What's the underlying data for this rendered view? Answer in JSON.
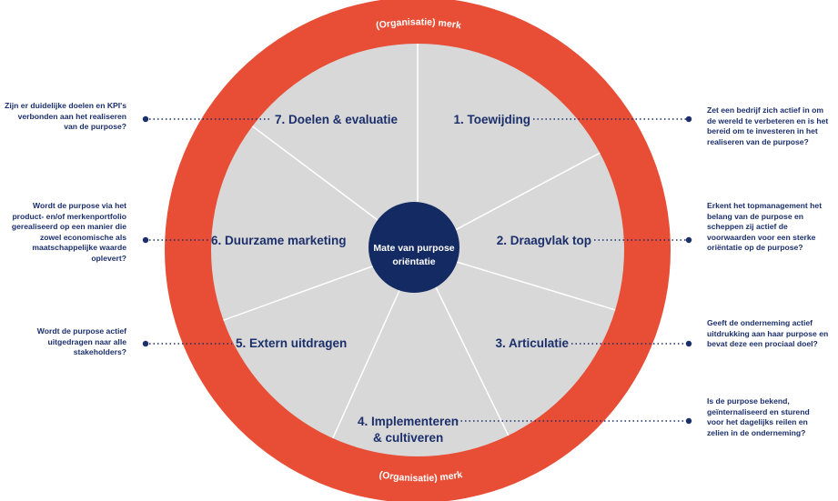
{
  "ring": {
    "top_label": "(Organisatie) merk",
    "bottom_label": "(Organisatie) merk"
  },
  "center": {
    "line1": "Mate van purpose",
    "line2": "oriëntatie"
  },
  "segments": [
    {
      "label": "1. Toewijding"
    },
    {
      "label": "2. Draagvlak top"
    },
    {
      "label": "3. Articulatie"
    },
    {
      "label_line1": "4. Implementeren",
      "label_line2": "& cultiveren"
    },
    {
      "label": "5. Extern uitdragen"
    },
    {
      "label": "6. Duurzame marketing"
    },
    {
      "label": "7. Doelen & evaluatie"
    }
  ],
  "questions": {
    "q1": "Zet een bedrijf zich actief in om\nde wereld te verbeteren en is het\nbereid om te investeren in het\nrealiseren van de purpose?",
    "q2": "Erkent het topmanagement het\nbelang van de purpose en\nscheppen zij actief de\nvoorwaarden voor een sterke\noriëntatie op de purpose?",
    "q3": "Geeft de onderneming actief\nuitdrukking aan haar purpose en\nbevat deze een prociaal doel?",
    "q4": "Is de purpose bekend,\ngeïnternaliseerd en sturend\nvoor het dagelijks reilen en\nzelien in de onderneming?",
    "q5": "Wordt de purpose actief\nuitgedragen naar alle\nstakeholders?",
    "q6": "Wordt de purpose via het\nproduct- en/of merkenportfolio\ngerealiseerd op een manier die\nzowel economische als\nmaatschappelijke waarde\noplevert?",
    "q7": "Zijn er duidelijke doelen en KPI's\nverbonden aan het realiseren\nvan de purpose?"
  },
  "colors": {
    "ring": "#e84d35",
    "inner": "#d8d8d8",
    "divider": "#ffffff",
    "center": "#142a63",
    "text": "#1b2f6b"
  }
}
